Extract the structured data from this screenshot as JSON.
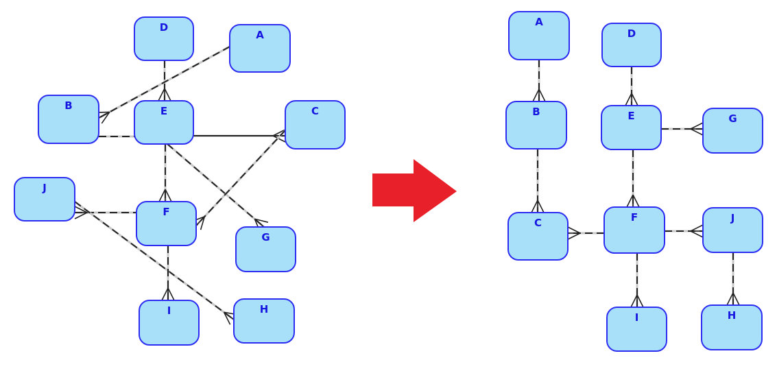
{
  "diagrams": [
    {
      "id": "before",
      "nodes": [
        {
          "id": "D",
          "label": "D"
        },
        {
          "id": "A",
          "label": "A"
        },
        {
          "id": "B",
          "label": "B"
        },
        {
          "id": "E",
          "label": "E"
        },
        {
          "id": "C",
          "label": "C"
        },
        {
          "id": "J",
          "label": "J"
        },
        {
          "id": "F",
          "label": "F"
        },
        {
          "id": "G",
          "label": "G"
        },
        {
          "id": "I",
          "label": "I"
        },
        {
          "id": "H",
          "label": "H"
        }
      ],
      "edges": [
        {
          "from": "D",
          "to": "E",
          "style": "dashed",
          "many_end": "E"
        },
        {
          "from": "A",
          "to": "B",
          "style": "dashed",
          "many_end": "B"
        },
        {
          "from": "B",
          "to": "E",
          "style": "dashed",
          "many_end": "none"
        },
        {
          "from": "E",
          "to": "C",
          "style": "solid",
          "many_end": "C"
        },
        {
          "from": "E",
          "to": "F",
          "style": "dashed",
          "many_end": "F"
        },
        {
          "from": "E",
          "to": "G",
          "style": "dashed",
          "many_end": "G"
        },
        {
          "from": "C",
          "to": "F",
          "style": "dashed",
          "many_end": "F"
        },
        {
          "from": "J",
          "to": "F",
          "style": "dashed",
          "many_end": "J"
        },
        {
          "from": "J",
          "to": "H",
          "style": "dashed",
          "many_end": "H"
        },
        {
          "from": "F",
          "to": "I",
          "style": "dashed",
          "many_end": "I"
        }
      ]
    },
    {
      "id": "after",
      "nodes": [
        {
          "id": "A",
          "label": "A"
        },
        {
          "id": "D",
          "label": "D"
        },
        {
          "id": "B",
          "label": "B"
        },
        {
          "id": "E",
          "label": "E"
        },
        {
          "id": "G",
          "label": "G"
        },
        {
          "id": "C",
          "label": "C"
        },
        {
          "id": "F",
          "label": "F"
        },
        {
          "id": "J",
          "label": "J"
        },
        {
          "id": "I",
          "label": "I"
        },
        {
          "id": "H",
          "label": "H"
        }
      ],
      "edges": [
        {
          "from": "A",
          "to": "B",
          "style": "dashed",
          "many_end": "B"
        },
        {
          "from": "B",
          "to": "C",
          "style": "dashed",
          "many_end": "C"
        },
        {
          "from": "D",
          "to": "E",
          "style": "dashed",
          "many_end": "E"
        },
        {
          "from": "E",
          "to": "G",
          "style": "dashed",
          "many_end": "G"
        },
        {
          "from": "E",
          "to": "F",
          "style": "dashed",
          "many_end": "F"
        },
        {
          "from": "F",
          "to": "C",
          "style": "dashed",
          "many_end": "C"
        },
        {
          "from": "F",
          "to": "J",
          "style": "dashed",
          "many_end": "J"
        },
        {
          "from": "F",
          "to": "I",
          "style": "dashed",
          "many_end": "I"
        },
        {
          "from": "J",
          "to": "H",
          "style": "dashed",
          "many_end": "H"
        }
      ]
    }
  ],
  "transition_arrow": {
    "color": "#e8202a",
    "direction": "right"
  },
  "colors": {
    "node_fill": "#a8e0fa",
    "node_stroke": "#2d2df2",
    "label": "#1616e0",
    "edge": "#222222"
  }
}
